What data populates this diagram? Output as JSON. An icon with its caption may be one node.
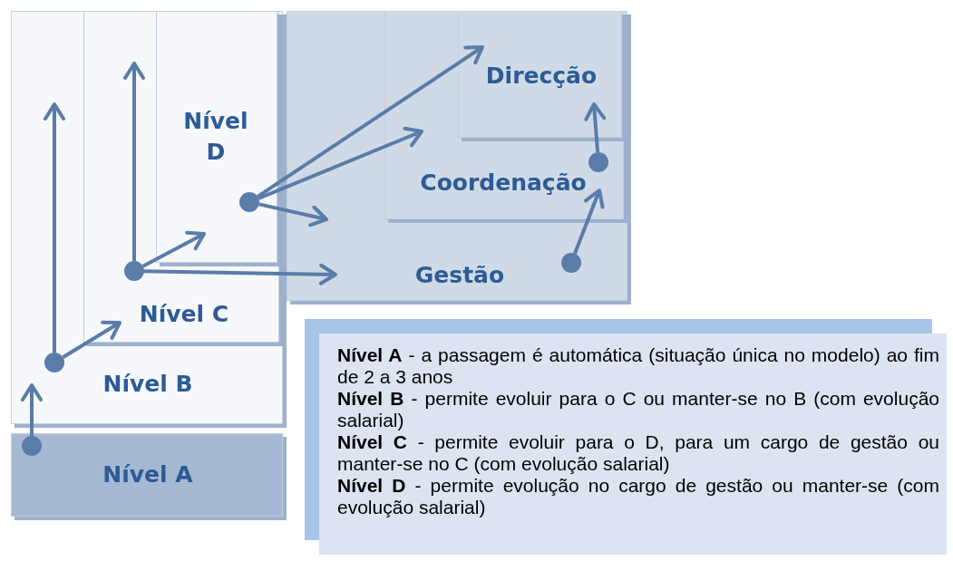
{
  "diagram": {
    "nodes": [
      {
        "text": [
          "Nível B"
        ]
      },
      {
        "text": [
          "Nível C"
        ],
        "in": 0
      },
      {
        "text": [
          "Nível D"
        ],
        "in": 1
      },
      {
        "text": [
          "Nível A"
        ]
      },
      {
        "text": [
          "Gestão"
        ]
      },
      {
        "text": [
          "Coordenação"
        ],
        "in": 4
      },
      {
        "text": [
          "Direcção"
        ],
        "in": 5
      },
      {
        "text": [
          "**Nível A** - a passagem é automática (situação única no modelo) ao fim de 2 a 3 anos",
          "**Nível B** - permite evoluir para o C ou manter-se no B (com evolução salarial)",
          "**Nível C** - permite evoluir para o D, para um cargo de gestão ou manter-se no C (com evolução salarial)",
          "**Nível D** - permite evolução no cargo de gestão ou manter-se (com evolução salarial)"
        ]
      },
      {
        "text": [],
        "shape": "circle",
        "in": 3
      },
      {
        "text": [],
        "shape": "circle",
        "in": 0
      },
      {
        "text": [],
        "shape": "circle",
        "in": 1
      },
      {
        "text": [],
        "shape": "circle",
        "in": 2
      },
      {
        "text": [],
        "shape": "circle",
        "in": 4
      },
      {
        "text": [],
        "shape": "circle",
        "in": 5
      }
    ],
    "edges": [
      {
        "from": 8,
        "to": 0,
        "arrow": "to"
      },
      {
        "from": 9,
        "to": 0,
        "arrow": "to"
      },
      {
        "from": 9,
        "to": 1,
        "arrow": "to"
      },
      {
        "from": 10,
        "to": 1,
        "arrow": "to"
      },
      {
        "from": 10,
        "to": 2,
        "arrow": "to"
      },
      {
        "from": 10,
        "to": 4,
        "arrow": "to"
      },
      {
        "from": 11,
        "to": 4,
        "arrow": "to"
      },
      {
        "from": 11,
        "to": 5,
        "arrow": "to"
      },
      {
        "from": 11,
        "to": 6,
        "arrow": "to"
      },
      {
        "from": 12,
        "to": 5,
        "arrow": "to"
      },
      {
        "from": 13,
        "to": 6,
        "arrow": "to"
      }
    ]
  }
}
